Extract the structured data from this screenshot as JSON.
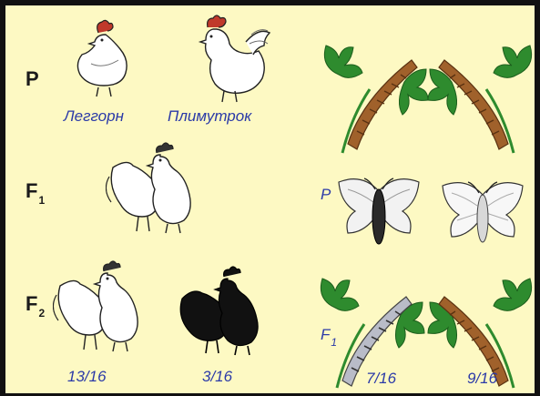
{
  "generations": {
    "p": "P",
    "f": "F",
    "one": "1",
    "two": "2"
  },
  "breeds": {
    "left": "Леггорн",
    "right": "Плимутрок"
  },
  "moth_label": "P",
  "ratios": {
    "chickens_white": "13/16",
    "chickens_black": "3/16",
    "larvae_striped": "7/16",
    "larvae_brown": "9/16"
  },
  "colors": {
    "background": "#fdf9c3",
    "frame": "#111111",
    "text_blue": "#2b3aa8",
    "leaf_green": "#2e8b2e",
    "larva_brown": "#a0612b",
    "comb_red": "#c0392b"
  },
  "icons": {
    "white_hen": "white-hen-icon",
    "white_rooster": "white-rooster-icon",
    "white_pair": "white-chicken-pair-icon",
    "black_pair": "black-chicken-pair-icon",
    "larva_brown": "brown-silkworm-on-leaf-icon",
    "larva_striped": "striped-silkworm-on-leaf-icon",
    "moth_dark": "dark-moth-icon",
    "moth_light": "light-moth-icon"
  }
}
